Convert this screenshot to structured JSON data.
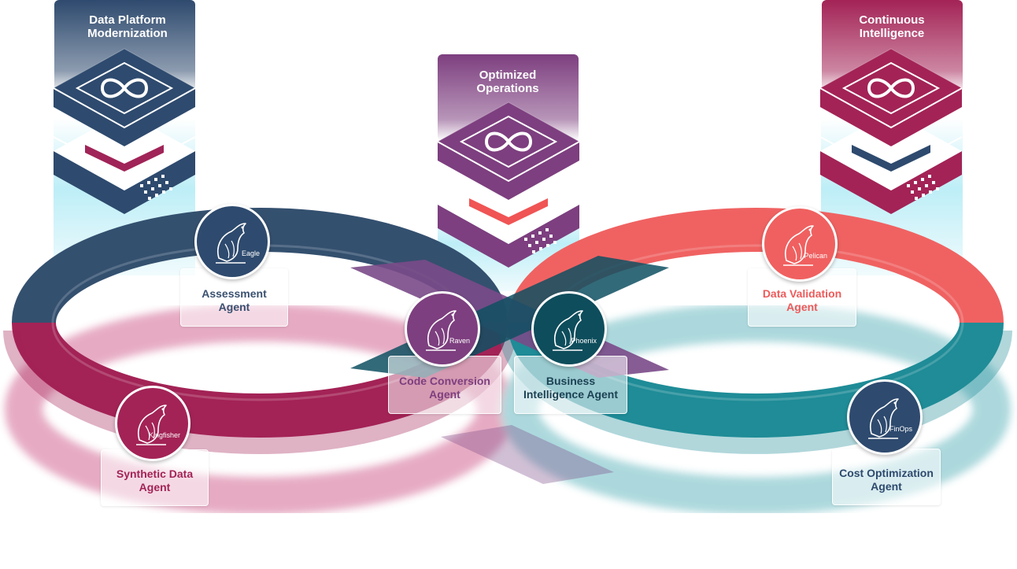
{
  "pillars": [
    {
      "id": "dpm",
      "title": [
        "Data Platform",
        "Modernization"
      ],
      "color": "#2e4a6e",
      "slot_color": "#a02458"
    },
    {
      "id": "oo",
      "title": [
        "Optimized",
        "Operations"
      ],
      "color": "#7d3f7f",
      "slot_color": "#f05454"
    },
    {
      "id": "ci",
      "title": [
        "Continuous",
        "Intelligence"
      ],
      "color": "#a32356",
      "slot_color": "#2e4a6e"
    }
  ],
  "agents": [
    {
      "id": "eagle",
      "badge": "Eagle",
      "label": [
        "Assessment",
        "Agent"
      ],
      "color": "#2e4a6e",
      "text_color": "#3a5170",
      "icon": "eagle-icon"
    },
    {
      "id": "raven",
      "badge": "Raven",
      "label": [
        "Code Conversion",
        "Agent"
      ],
      "color": "#7d3f7f",
      "text_color": "#7d3f7f",
      "icon": "raven-icon"
    },
    {
      "id": "phoenix",
      "badge": "Phoenix",
      "label": [
        "Business",
        "Intelligence Agent"
      ],
      "color": "#0e4d5c",
      "text_color": "#1c4254",
      "icon": "phoenix-icon"
    },
    {
      "id": "pelican",
      "badge": "Pelican",
      "label": [
        "Data Validation",
        "Agent"
      ],
      "color": "#f06060",
      "text_color": "#ee5a5a",
      "icon": "pelican-icon"
    },
    {
      "id": "kingfisher",
      "badge": "Kingfisher",
      "label": [
        "Synthetic Data",
        "Agent"
      ],
      "color": "#a32356",
      "text_color": "#a32356",
      "icon": "kingfisher-icon"
    },
    {
      "id": "finops",
      "badge": "FinOps",
      "label": [
        "Cost Optimization",
        "Agent"
      ],
      "color": "#2e4a6e",
      "text_color": "#2e4a6e",
      "icon": "falcon-icon"
    }
  ],
  "loop_colors": {
    "top_left": "#34506f",
    "bottom_left": "#a32356",
    "top_right": "#f06262",
    "bottom_right": "#1f8c97",
    "cross_a": "#7a4a88",
    "cross_b": "#0e5062",
    "glow": "#b6ecf6"
  }
}
